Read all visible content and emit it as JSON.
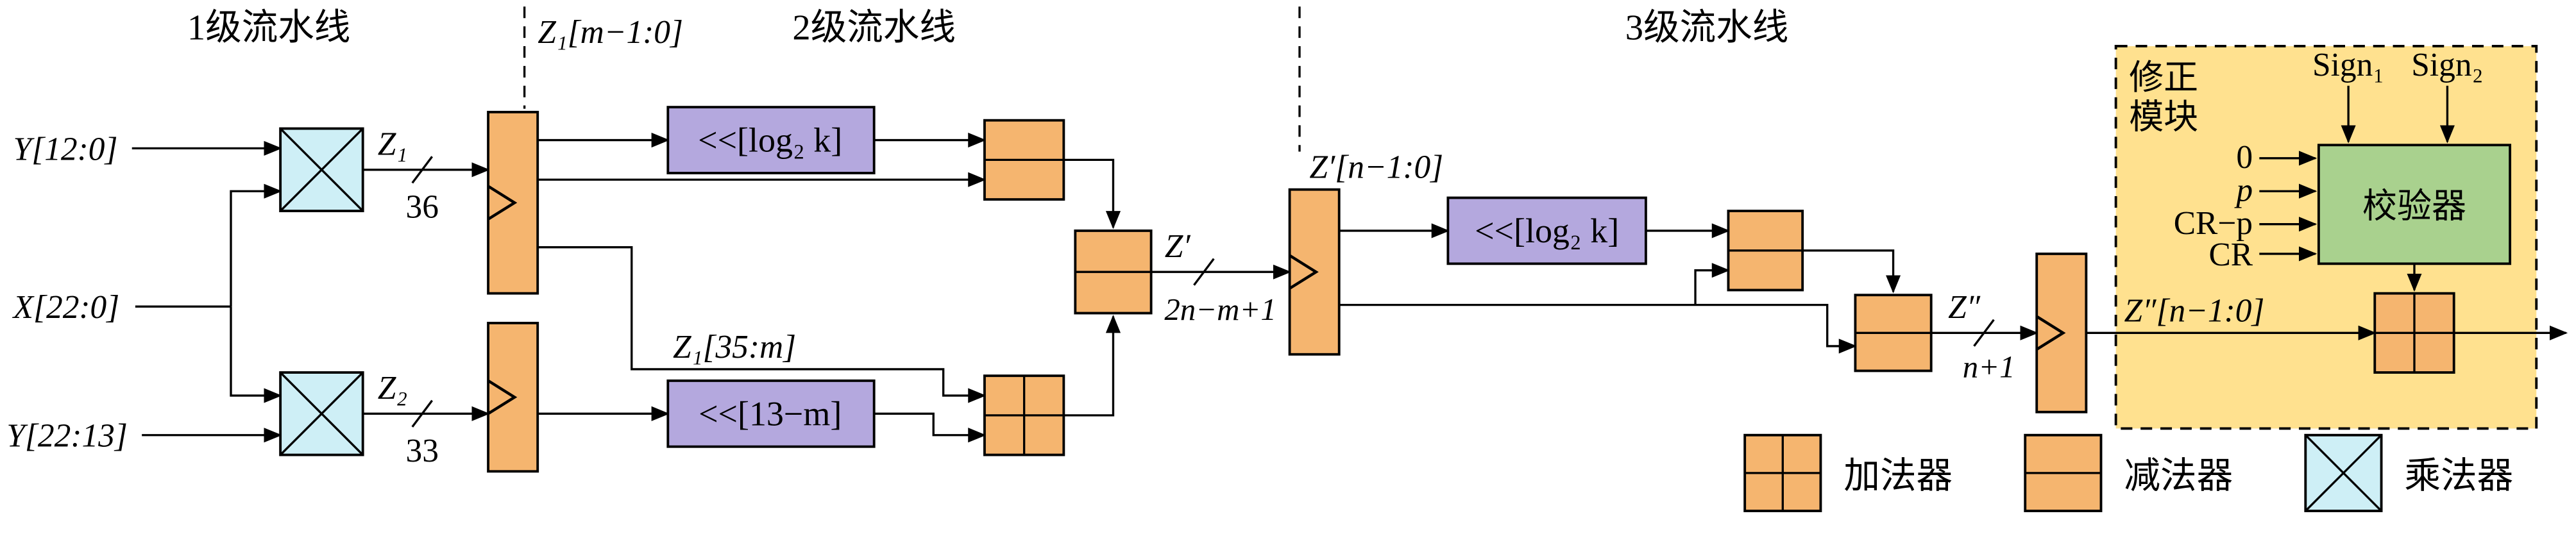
{
  "stages": {
    "s1": "1级流水线",
    "s2": "2级流水线",
    "s3": "3级流水线"
  },
  "buses": {
    "z1_low": "Z₁[m−1:0]",
    "zprime_range": "Z′[n−1:0]",
    "y_high": "Y[12:0]",
    "x_in": "X[22:0]",
    "y_low": "Y[22:13]",
    "z1": "Z₁",
    "z1_width": "36",
    "z2": "Z₂",
    "z2_width": "33",
    "z1_high": "Z₁[35:m]",
    "zprime": "Z′",
    "zprime_width": "2n−m+1",
    "zdprime": "Z″",
    "zdprime_width": "n+1",
    "zdprime_range": "Z″[n−1:0]"
  },
  "blocks": {
    "shift_log2k_stage2": "<<[log₂ k]",
    "shift_13m": "<<[13−m]",
    "shift_log2k_stage3": "<<[log₂ k]",
    "checker": "校验器"
  },
  "correction": {
    "title1": "修正",
    "title2": "模块",
    "sign1": "Sign₁",
    "sign2": "Sign₂",
    "in_zero": "0",
    "in_p": "p",
    "in_crp": "CR−p",
    "in_cr": "CR"
  },
  "legend": {
    "adder": "加法器",
    "subtractor": "减法器",
    "multiplier": "乘法器"
  },
  "colors": {
    "block": "#F5B56F",
    "shifter": "#B4A8DE",
    "multiplier": "#CEEFF6",
    "module_bg": "#FFE18F",
    "checker": "#A9D18E"
  }
}
